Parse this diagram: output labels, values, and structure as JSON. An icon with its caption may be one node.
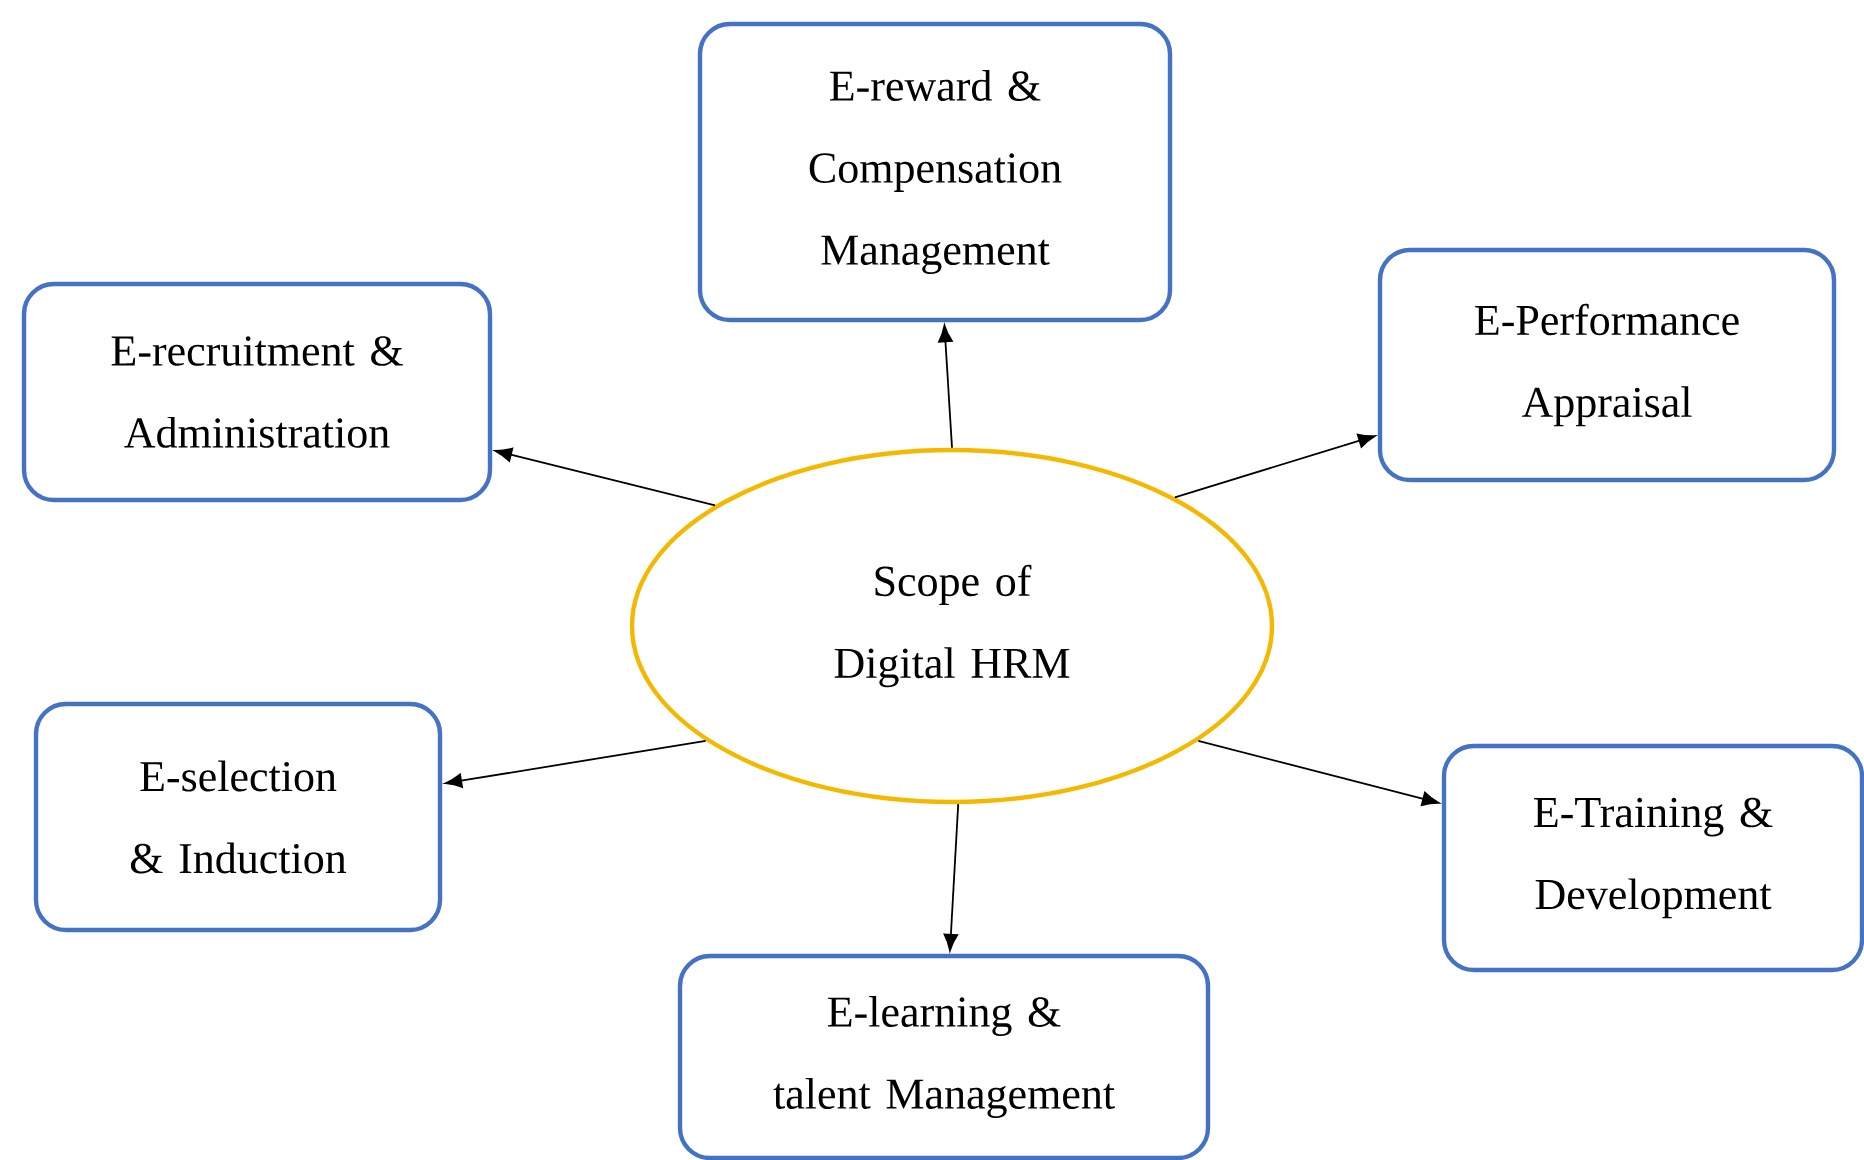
{
  "diagram": {
    "nodes": [
      {
        "text": [
          "Scope of Digital HRM"
        ]
      },
      {
        "text": [
          "E-reward & Compensation Management"
        ]
      },
      {
        "text": [
          "E-recruitment & Administration"
        ]
      },
      {
        "text": [
          "E-Performance Appraisal"
        ]
      },
      {
        "text": [
          "E-selection & Induction"
        ]
      },
      {
        "text": [
          "E-Training & Development"
        ]
      },
      {
        "text": [
          "E-learning & talent Management"
        ]
      }
    ],
    "edges": [
      {
        "from": 0,
        "to": 1,
        "arrow": "to"
      },
      {
        "from": 0,
        "to": 2,
        "arrow": "to"
      },
      {
        "from": 0,
        "to": 3,
        "arrow": "to"
      },
      {
        "from": 0,
        "to": 4,
        "arrow": "to"
      },
      {
        "from": 0,
        "to": 5,
        "arrow": "to"
      },
      {
        "from": 0,
        "to": 6,
        "arrow": "to"
      }
    ]
  }
}
